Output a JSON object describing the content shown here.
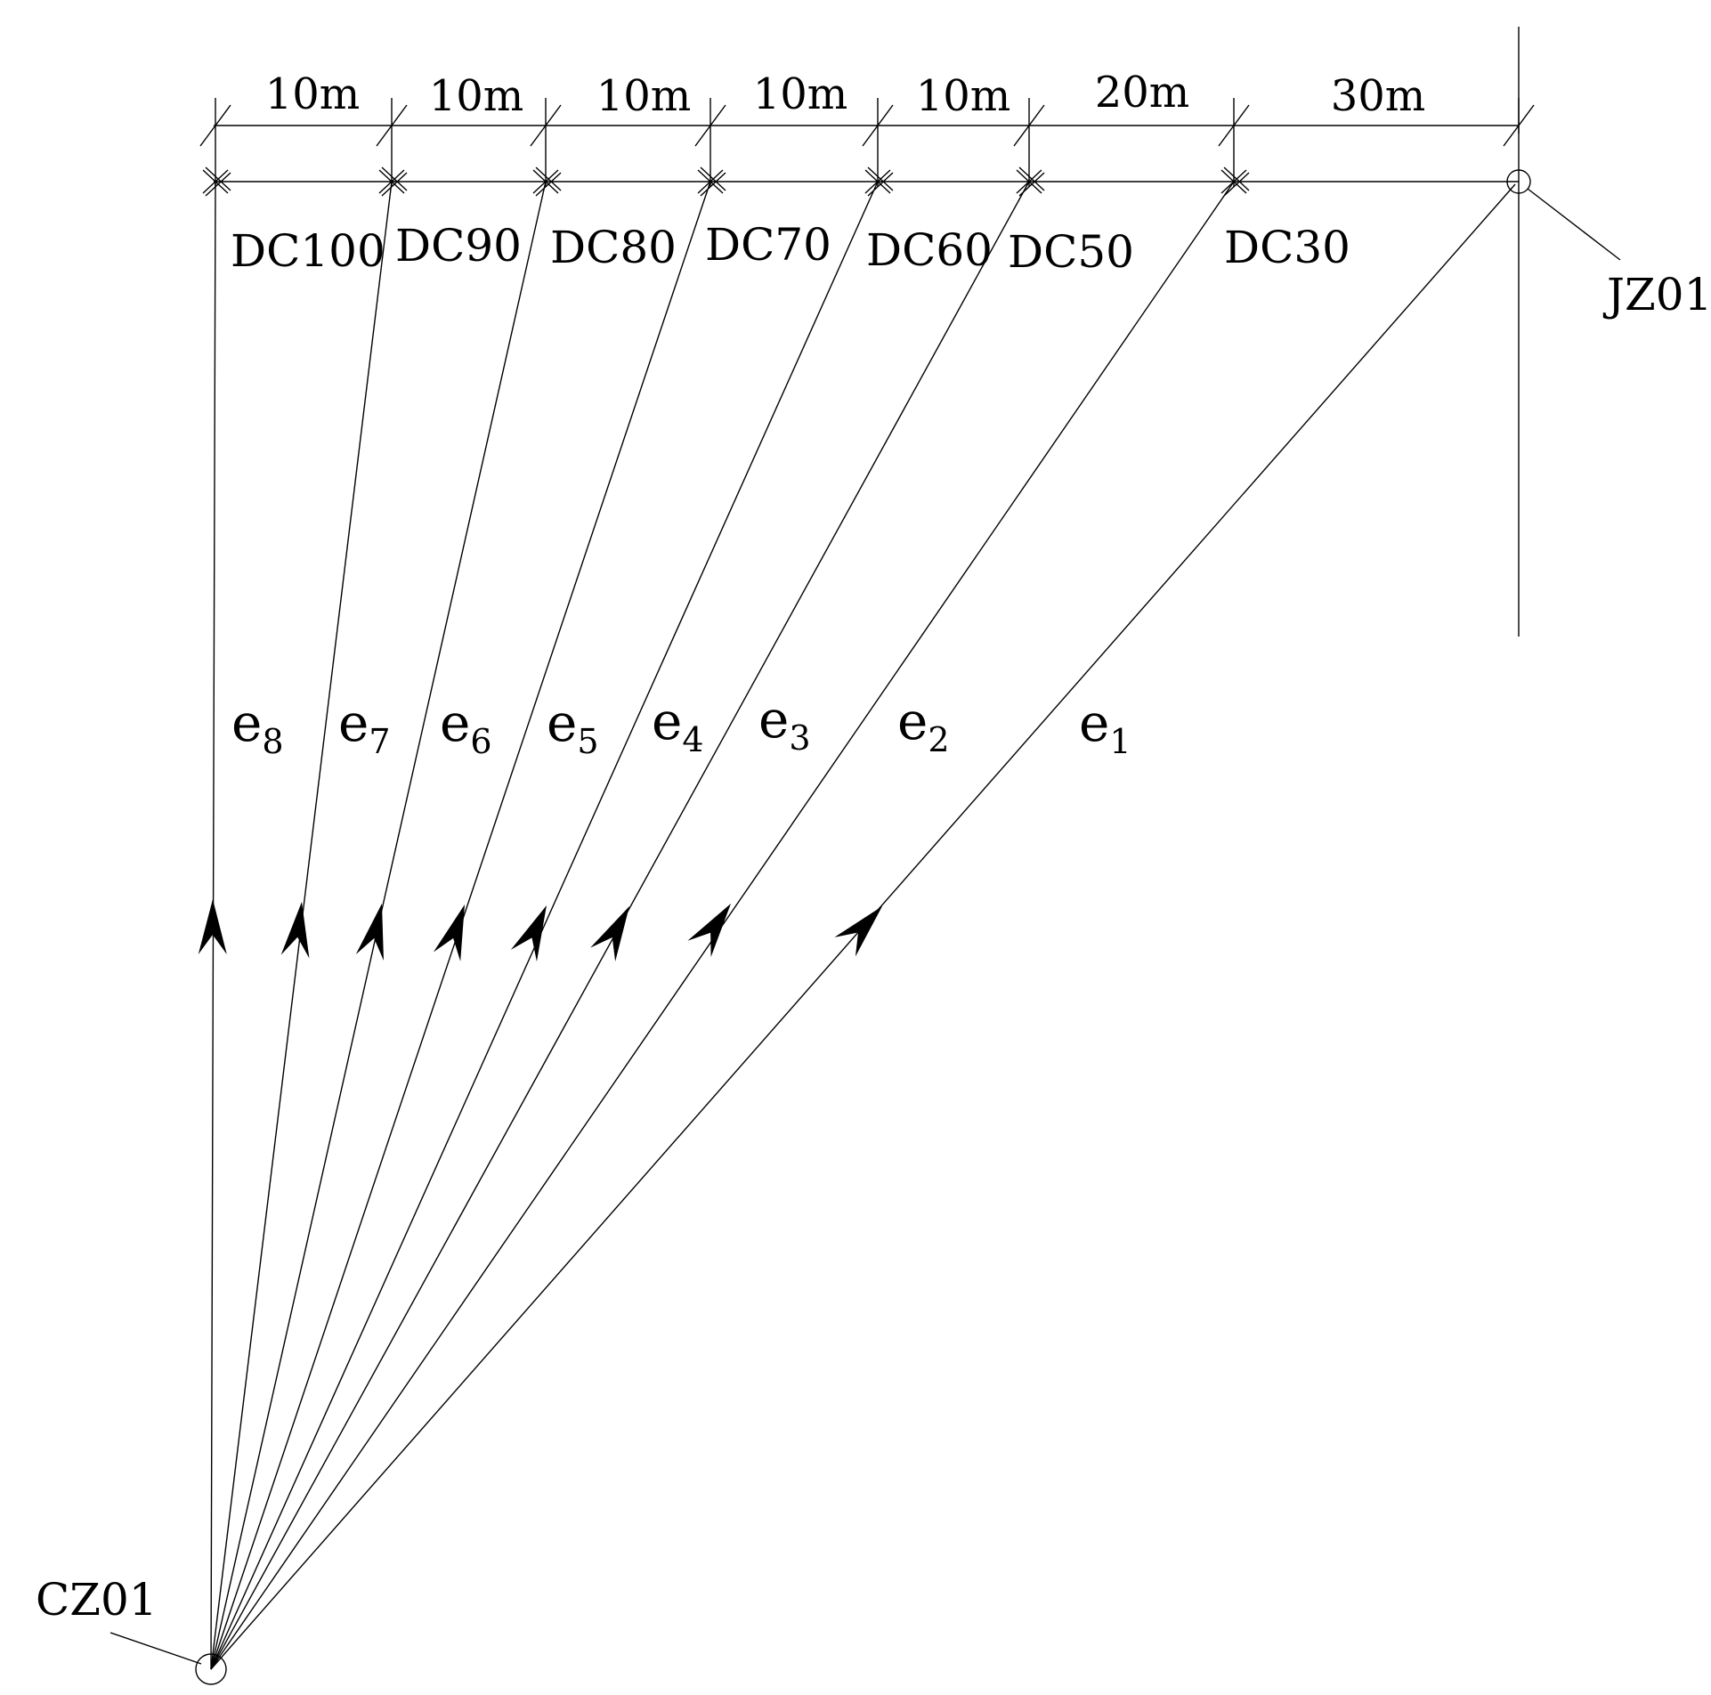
{
  "dimensions": [
    "10m",
    "10m",
    "10m",
    "10m",
    "10m",
    "20m",
    "30m"
  ],
  "points": [
    {
      "id": "DC100"
    },
    {
      "id": "DC90"
    },
    {
      "id": "DC80"
    },
    {
      "id": "DC70"
    },
    {
      "id": "DC60"
    },
    {
      "id": "DC50"
    },
    {
      "id": "DC30"
    }
  ],
  "control_point": "JZ01",
  "station": "CZ01",
  "edges": [
    {
      "letter": "e",
      "sub": "8"
    },
    {
      "letter": "e",
      "sub": "7"
    },
    {
      "letter": "e",
      "sub": "6"
    },
    {
      "letter": "e",
      "sub": "5"
    },
    {
      "letter": "e",
      "sub": "4"
    },
    {
      "letter": "e",
      "sub": "3"
    },
    {
      "letter": "e",
      "sub": "2"
    },
    {
      "letter": "e",
      "sub": "1"
    }
  ]
}
